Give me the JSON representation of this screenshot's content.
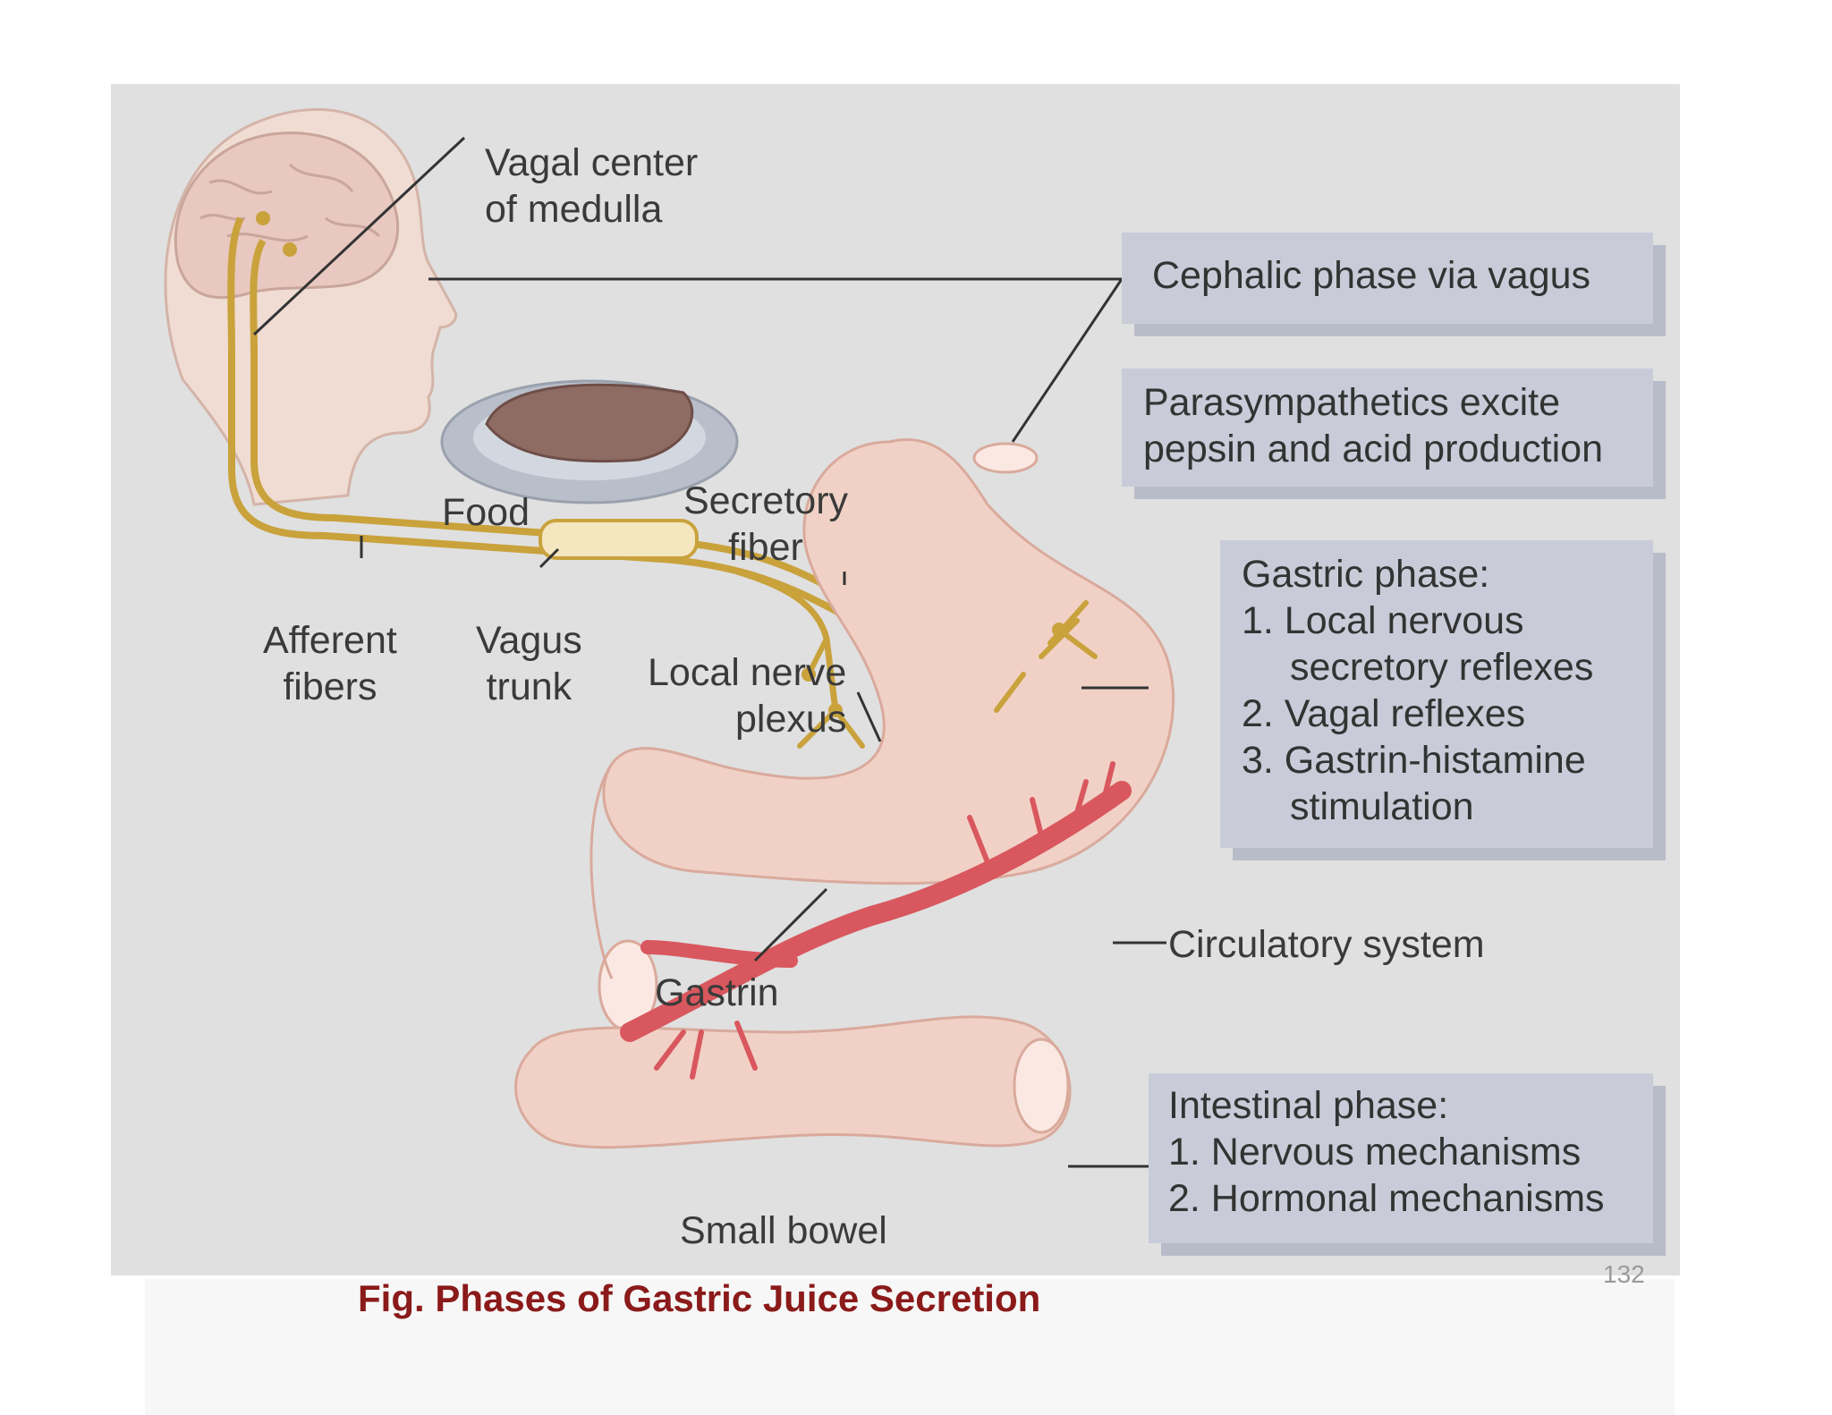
{
  "labels": {
    "vagal_center": [
      "Vagal center",
      "of medulla"
    ],
    "food": "Food",
    "secretory_fiber": [
      "Secretory",
      "fiber"
    ],
    "afferent_fibers": [
      "Afferent",
      "fibers"
    ],
    "vagus_trunk": [
      "Vagus",
      "trunk"
    ],
    "local_nerve_plexus": [
      "Local nerve",
      "plexus"
    ],
    "gastrin": "Gastrin",
    "circulatory_system": "Circulatory system",
    "small_bowel": "Small bowel"
  },
  "boxes": {
    "cephalic": [
      "Cephalic phase via vagus"
    ],
    "parasympathetics": [
      "Parasympathetics excite",
      "pepsin and acid production"
    ],
    "gastric": [
      "Gastric phase:",
      "1. Local nervous",
      "secretory reflexes",
      "2. Vagal reflexes",
      "3. Gastrin-histamine",
      "stimulation"
    ],
    "intestinal": [
      "Intestinal phase:",
      "1. Nervous mechanisms",
      "2. Hormonal mechanisms"
    ]
  },
  "caption": "Fig. Phases of Gastric Juice Secretion",
  "page_number": "132",
  "colors": {
    "figure_bg": "#e0e0e0",
    "nerve": "#c9a23c",
    "artery": "#d9575e",
    "stomach": "#f1d1c6",
    "phase_box": "#c9ccd8",
    "caption": "#8b1a1a"
  }
}
